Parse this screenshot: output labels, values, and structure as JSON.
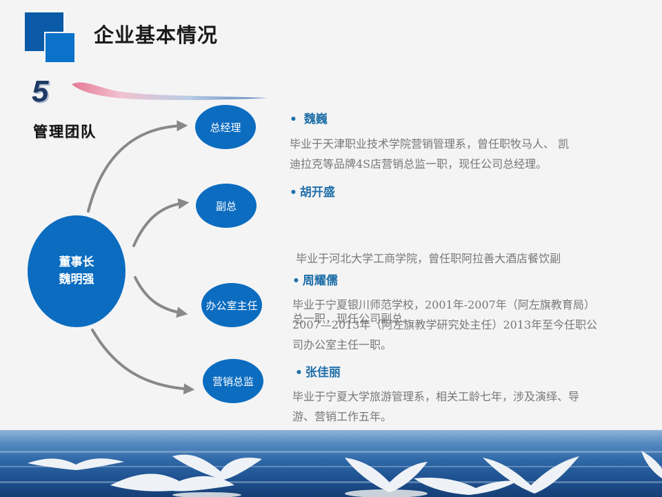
{
  "header": {
    "title": "企业基本情况"
  },
  "section": {
    "number": "5",
    "title": "管理团队"
  },
  "chart_data": {
    "type": "org",
    "root": {
      "lines": [
        "董事长",
        "魏明强"
      ]
    },
    "nodes": [
      "总经理",
      "副总",
      "办公室主任",
      "营销总监"
    ]
  },
  "people": [
    {
      "bullet": "•",
      "name": "魏巍",
      "desc": [
        "毕业于天津职业技术学院营销管理系，曾任职牧马人、 凯",
        "迪拉克等品牌4S店营销总监一职，现任公司总经理。"
      ]
    },
    {
      "bullet": "•",
      "name": "胡开盛",
      "desc": [
        " 毕业于河北大学工商学院，曾任职阿拉善大酒店餐饮副",
        "总一职，现任公司副总。"
      ]
    },
    {
      "bullet": "•",
      "name": "周耀儒",
      "desc": [
        "毕业于宁夏银川师范学校，2001年-2007年（阿左旗教育局）",
        "2007—2013年（阿左旗教学研究处主任）2013年至今任职公",
        "司办公室主任一职。"
      ]
    },
    {
      "bullet": "•",
      "name": "张佳丽",
      "desc": [
        "毕业于宁夏大学旅游管理系，相关工龄七年，涉及演绎、导",
        "游、营销工作五年。"
      ]
    }
  ],
  "colors": {
    "accent": "#0b6cc0",
    "name": "#1f6fa8",
    "body_text": "#777777"
  },
  "decor": {
    "photo": "swans-over-water-photo",
    "brush": "brush-stroke-decoration"
  }
}
